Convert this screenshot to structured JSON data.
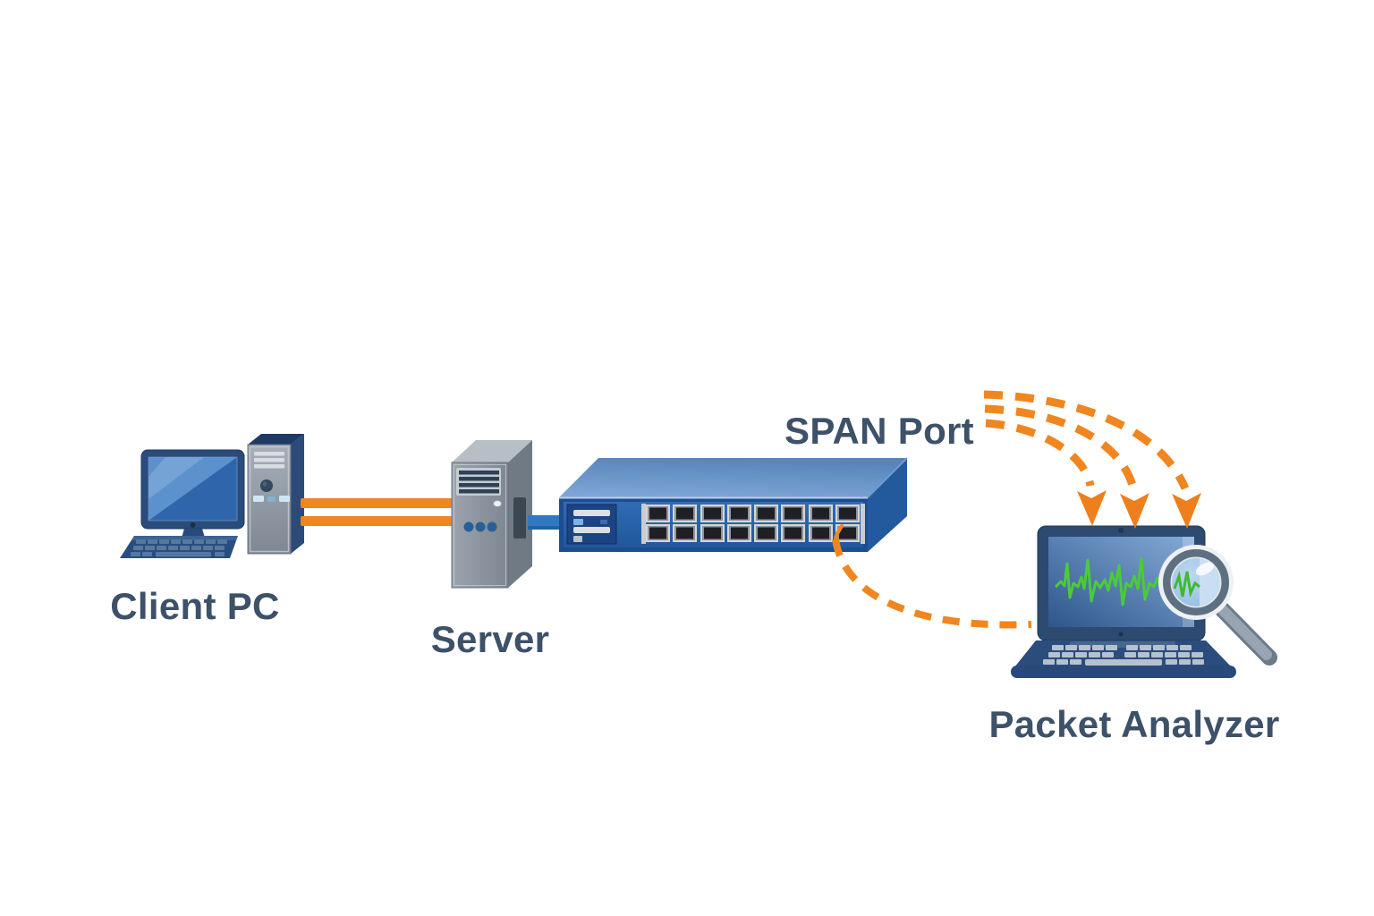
{
  "diagram": {
    "type": "network-monitoring-topology",
    "background": "#FFFFFF",
    "nodes": [
      {
        "id": "client-pc",
        "label": "Client PC",
        "icon": "desktop-pc-icon"
      },
      {
        "id": "server",
        "label": "Server",
        "icon": "server-tower-icon"
      },
      {
        "id": "network-switch",
        "label": "SPAN Port",
        "icon": "network-switch-icon",
        "ports": 16
      },
      {
        "id": "packet-analyzer",
        "label": "Packet Analyzer",
        "icon": "laptop-with-magnifier-icon"
      }
    ],
    "connections": [
      {
        "from": "client-pc",
        "to": "server",
        "style": "double-solid-line",
        "color": "#F0861F"
      },
      {
        "from": "server",
        "to": "network-switch",
        "style": "solid-line",
        "color": "#2E78BD"
      },
      {
        "from": "network-switch",
        "to": "packet-analyzer",
        "style": "dashed-curve",
        "color": "#F0861F"
      },
      {
        "from": "mirrored-traffic",
        "to": "packet-analyzer",
        "style": "dashed-arrows",
        "count": 3,
        "color": "#F0861F"
      }
    ],
    "colors": {
      "label_text": "#3D5169",
      "accent_orange": "#F0861F",
      "cable_blue": "#2E78BD",
      "switch_blue": "#2C68AE",
      "waveform_green": "#4ACC38"
    }
  }
}
